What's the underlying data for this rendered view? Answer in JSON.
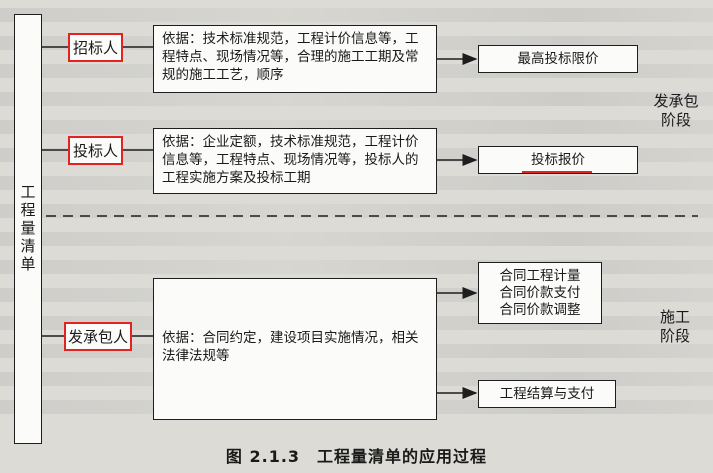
{
  "chart_vertical_label": "工程量清单",
  "roles": {
    "tenderer": "招标人",
    "bidder": "投标人",
    "contract_parties": "发承包人"
  },
  "descriptions": {
    "tenderer": "依据：技术标准规范，工程计价信息等，工程特点、现场情况等，合理的施工工期及常规的施工工艺，顺序",
    "bidder": "依据：企业定额，技术标准规范，工程计价信息等，工程特点、现场情况等，投标人的工程实施方案及投标工期",
    "contract_parties": "依据：合同约定，建设项目实施情况，相关法律法规等"
  },
  "outputs": {
    "max_bid_limit": "最高投标限价",
    "bid_price": "投标报价",
    "contract_items": [
      "合同工程计量",
      "合同价款支付",
      "合同价款调整"
    ],
    "settlement": "工程结算与支付"
  },
  "stages": {
    "contracting": [
      "发承包",
      "阶段"
    ],
    "construction": [
      "施工",
      "阶段"
    ]
  },
  "caption": "图 2.1.3　工程量清单的应用过程",
  "colors": {
    "highlight": "#e02424",
    "line": "#1e1e1e"
  }
}
